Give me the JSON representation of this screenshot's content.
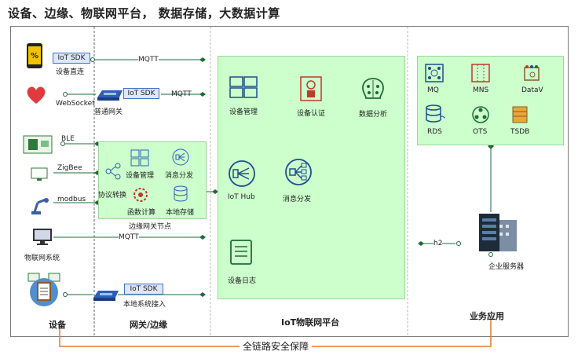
{
  "title": "设备、边缘、物联网平台， 数据存储，大数据计算",
  "columns": {
    "device": "设备",
    "gateway": "网关/边缘",
    "platform": "IoT物联网平台",
    "business": "业务应用"
  },
  "devices": {
    "phone_sdk": "IoT SDK",
    "phone_label": "设备直连",
    "heart_label": "WebSocket",
    "gateway_sdk": "IoT SDK",
    "gateway_label": "普通网关",
    "ble": "BLE",
    "zigbee": "ZigBee",
    "modbus": "modbus",
    "iot_system": "物联网系统",
    "local_sdk": "IoT SDK",
    "local_label": "本地系统接入"
  },
  "protocols": {
    "mqtt1": "MQTT",
    "mqtt2": "MQTT",
    "mqtt3": "MQTT",
    "h2": "h2"
  },
  "edge": {
    "device_mgmt": "设备管理",
    "msg_dispatch": "消息分发",
    "protocol_convert": "协议转换",
    "function_compute": "函数计算",
    "local_storage": "本地存储",
    "node_label": "边缘网关节点"
  },
  "platform": {
    "device_mgmt": "设备管理",
    "device_auth": "设备认证",
    "data_analysis": "数据分析",
    "iot_hub": "IoT Hub",
    "msg_dispatch": "消息分发",
    "device_log": "设备日志"
  },
  "services": {
    "mq": "MQ",
    "mns": "MNS",
    "datav": "DataV",
    "rds": "RDS",
    "ots": "OTS",
    "tsdb": "TSDB"
  },
  "enterprise_server": "企业服务器",
  "security_chain": "全链路安全保障",
  "colors": {
    "green_fill": "#ccffcc",
    "connector": "#1e6b3a",
    "orange": "#e8762c",
    "icon_blue": "#1f4e8c"
  }
}
